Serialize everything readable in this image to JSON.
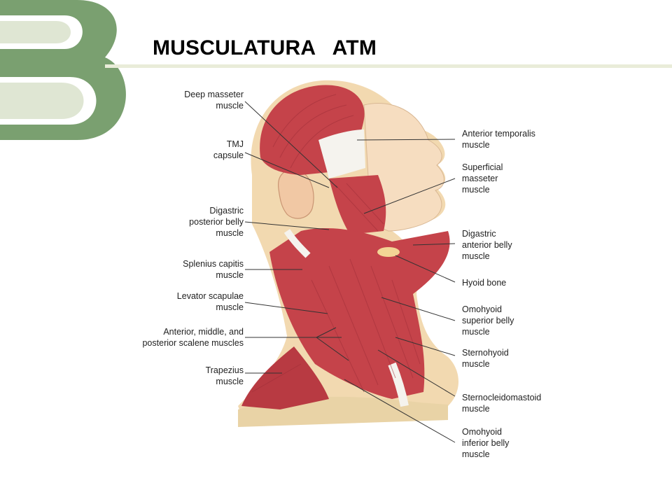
{
  "slide": {
    "title": "MUSCULATURA   ATM",
    "accent_color": "#7aa070",
    "light_accent_color": "#dfe6d3",
    "rule_color": "#e9ecd9"
  },
  "figure": {
    "muscle_color": "#c5434a",
    "skin_color": "#f2d9b0",
    "tendon_color": "#f5f3ee",
    "labels_left": [
      {
        "id": "deep-masseter",
        "lines": [
          "Deep masseter",
          "muscle"
        ]
      },
      {
        "id": "tmj-capsule",
        "lines": [
          "TMJ",
          "capsule"
        ]
      },
      {
        "id": "digastric-posterior",
        "lines": [
          "Digastric",
          "posterior belly",
          "muscle"
        ]
      },
      {
        "id": "splenius-capitis",
        "lines": [
          "Splenius capitis",
          "muscle"
        ]
      },
      {
        "id": "levator-scapulae",
        "lines": [
          "Levator scapulae",
          "muscle"
        ]
      },
      {
        "id": "scalene",
        "lines": [
          "Anterior, middle, and",
          "posterior scalene muscles"
        ]
      },
      {
        "id": "trapezius",
        "lines": [
          "Trapezius",
          "muscle"
        ]
      }
    ],
    "labels_right": [
      {
        "id": "anterior-temporalis",
        "lines": [
          "Anterior temporalis",
          "muscle"
        ]
      },
      {
        "id": "superficial-masseter",
        "lines": [
          "Superficial",
          "masseter",
          "muscle"
        ]
      },
      {
        "id": "digastric-anterior",
        "lines": [
          "Digastric",
          "anterior belly",
          "muscle"
        ]
      },
      {
        "id": "hyoid-bone",
        "lines": [
          "Hyoid bone"
        ]
      },
      {
        "id": "omohyoid-superior",
        "lines": [
          "Omohyoid",
          "superior belly",
          "muscle"
        ]
      },
      {
        "id": "sternohyoid",
        "lines": [
          "Sternohyoid",
          "muscle"
        ]
      },
      {
        "id": "sternocleidomastoid",
        "lines": [
          "Sternocleidomastoid",
          "muscle"
        ]
      },
      {
        "id": "omohyoid-inferior",
        "lines": [
          "Omohyoid",
          "inferior belly",
          "muscle"
        ]
      }
    ]
  }
}
